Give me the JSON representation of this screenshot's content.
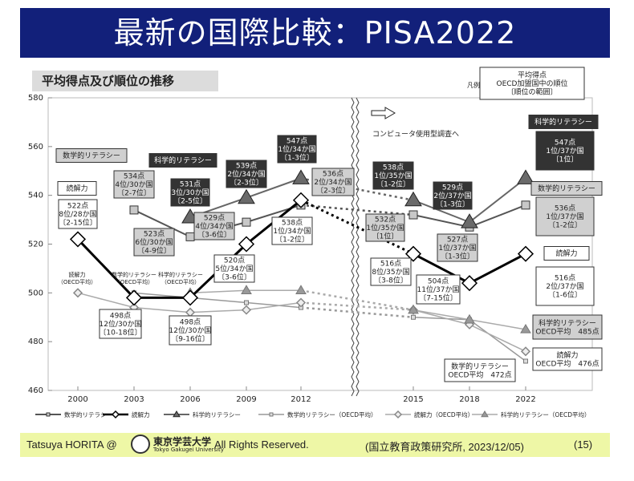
{
  "slide": {
    "title": "最新の国際比較：PISA2022",
    "subtitle": "平均得点及び順位の推移"
  },
  "footer": {
    "author": "Tatsuya HORITA @",
    "logo_name": "東京学芸大学",
    "logo_en": "Tokyo Gakugei University",
    "rights": "All Rights Reserved.",
    "source": "(国立教育政策研究所, 2023/12/05)",
    "page": "(15)"
  },
  "colors": {
    "title_bg": "#12207a",
    "footer_bg": "#eef7a6",
    "dark_box": "#333333",
    "grey_box": "#d0d0d0"
  },
  "chart_data": {
    "type": "line",
    "x": [
      "2000",
      "2003",
      "2006",
      "2009",
      "2012",
      "2015",
      "2018",
      "2022"
    ],
    "ylim": [
      460,
      580
    ],
    "yticks": [
      460,
      480,
      500,
      520,
      540,
      560,
      580
    ],
    "series": [
      {
        "name": "数学的リテラシー",
        "values": [
          null,
          534,
          523,
          529,
          536,
          532,
          527,
          536
        ]
      },
      {
        "name": "読解力",
        "values": [
          522,
          498,
          498,
          520,
          538,
          516,
          504,
          516
        ]
      },
      {
        "name": "科学的リテラシー",
        "values": [
          null,
          null,
          531,
          539,
          547,
          538,
          529,
          547
        ]
      },
      {
        "name": "数学的リテラシー（OECD平均）",
        "values": [
          null,
          500,
          498,
          496,
          494,
          490,
          489,
          472
        ]
      },
      {
        "name": "読解力（OECD平均）",
        "values": [
          500,
          494,
          492,
          493,
          496,
          493,
          487,
          476
        ]
      },
      {
        "name": "科学的リテラシー（OECD平均）",
        "values": [
          null,
          null,
          500,
          501,
          501,
          493,
          489,
          485
        ]
      }
    ],
    "legend_heading": "凡例",
    "legend_sample": [
      "平均得点",
      "OECD加盟国中の順位",
      "〔順位の範囲〕"
    ],
    "cbt_note": "コンピュータ使用型調査へ",
    "annotations": [
      {
        "lines": [
          "522点",
          "8位/28か国",
          "〔2-15位〕"
        ]
      },
      {
        "lines": [
          "534点",
          "4位/30か国",
          "〔2-7位〕"
        ]
      },
      {
        "lines": [
          "531点",
          "3位/30か国",
          "〔2-5位〕"
        ]
      },
      {
        "lines": [
          "523点",
          "6位/30か国",
          "〔4-9位〕"
        ]
      },
      {
        "lines": [
          "529点",
          "4位/34か国",
          "〔3-6位〕"
        ]
      },
      {
        "lines": [
          "539点",
          "2位/34か国",
          "〔2-3位〕"
        ]
      },
      {
        "lines": [
          "547点",
          "1位/34か国",
          "〔1-3位〕"
        ]
      },
      {
        "lines": [
          "536点",
          "2位/34か国",
          "〔2-3位〕"
        ]
      },
      {
        "lines": [
          "538点",
          "1位/34か国",
          "〔1-2位〕"
        ]
      },
      {
        "lines": [
          "520点",
          "5位/34か国",
          "〔3-6位〕"
        ]
      },
      {
        "lines": [
          "498点",
          "12位/30か国",
          "〔10-18位〕"
        ]
      },
      {
        "lines": [
          "498点",
          "12位/30か国",
          "〔9-16位〕"
        ]
      },
      {
        "lines": [
          "538点",
          "1位/35か国",
          "〔1-2位〕"
        ]
      },
      {
        "lines": [
          "532点",
          "1位/35か国",
          "〔1位〕"
        ]
      },
      {
        "lines": [
          "516点",
          "8位/35か国",
          "〔3-8位〕"
        ]
      },
      {
        "lines": [
          "529点",
          "2位/37か国",
          "〔1-3位〕"
        ]
      },
      {
        "lines": [
          "527点",
          "1位/37か国",
          "〔1-3位〕"
        ]
      },
      {
        "lines": [
          "504点",
          "11位/37か国",
          "〔7-15位〕"
        ]
      },
      {
        "lines": [
          "547点",
          "1位/37か国",
          "〔1位〕"
        ]
      },
      {
        "lines": [
          "536点",
          "1位/37か国",
          "〔1-2位〕"
        ]
      },
      {
        "lines": [
          "516点",
          "2位/37か国",
          "〔1-6位〕"
        ]
      }
    ],
    "series_tags": [
      "数学的リテラシー",
      "科学的リテラシー",
      "読解力",
      "科学的リテラシー",
      "数学的リテラシー",
      "読解力"
    ],
    "oecd_labels": [
      {
        "lines": [
          "読解力",
          "（OECD平均）"
        ]
      },
      {
        "lines": [
          "数学的リテラシー",
          "（OECD平均）"
        ]
      },
      {
        "lines": [
          "科学的リテラシー",
          "（OECD平均）"
        ]
      }
    ],
    "oecd_2022_boxes": [
      {
        "lines": [
          "科学的リテラシー",
          "OECD平均　485点"
        ]
      },
      {
        "lines": [
          "読解力",
          "OECD平均　476点"
        ]
      },
      {
        "lines": [
          "数学的リテラシー",
          "OECD平均　472点"
        ]
      }
    ]
  }
}
